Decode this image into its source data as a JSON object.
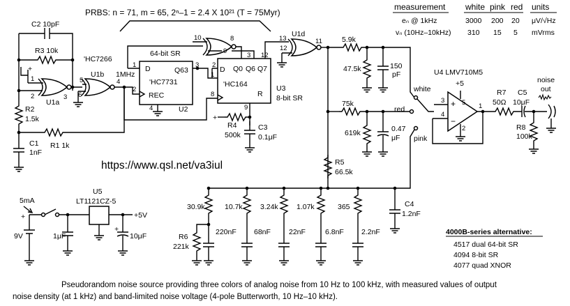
{
  "prbs_title": "PRBS: n = 71, m = 65, 2ⁿ–1 = 2.4 X 10²¹ (T = 75Myr)",
  "table": {
    "headers": [
      "measurement",
      "white",
      "pink",
      "red",
      "units"
    ],
    "rows": [
      [
        "eₙ @ 1kHz",
        "3000",
        "200",
        "20",
        "μV/√Hz"
      ],
      [
        "vₙ (10Hz–10kHz)",
        "310",
        "15",
        "5",
        "mVrms"
      ]
    ]
  },
  "chips": {
    "u1a": "U1a",
    "u1b": "U1b",
    "u1d": "U1d",
    "hc7266": "'HC7266",
    "freq": "1MHz",
    "sr64_title": "64-bit SR",
    "hc7731": "'HC7731",
    "u2": "U2",
    "hc164": "'HC164",
    "u3": "U3",
    "sr8": "8-bit SR",
    "u4": "U4  LMV710M5",
    "u5": "U5",
    "lt1121": "LT1121CZ-5",
    "pin_d": "D",
    "pin_q63": "Q63",
    "pin_rec": "REC",
    "pin_q0": "Q0",
    "pin_q6": "Q6",
    "pin_q7": "Q7",
    "pin_r": "R"
  },
  "components": {
    "c2": "C2  10pF",
    "r3": "R3  10k",
    "r2": "R2",
    "r2v": "1.5k",
    "c1": "C1",
    "c1v": "1nF",
    "r1": "R1  1k",
    "r4": "R4",
    "r4v": "500k",
    "c3": "C3",
    "c3v": "0.1μF",
    "r59k": "5.9k",
    "r475k": "47.5k",
    "c150": "150",
    "c150u": "pF",
    "r75k": "75k",
    "r619k": "619k",
    "c047": "0.47",
    "c047u": "μF",
    "r5": "R5",
    "r5v": "66.5k",
    "r7": "R7",
    "r7v": "50Ω",
    "c5": "C5",
    "c5v": "10μF",
    "r8": "R8",
    "r8v": "100k",
    "c4": "C4",
    "c4v": "1.2nF",
    "r6": "R6",
    "r6v": "221k",
    "ladder_r": [
      "30.9k",
      "10.7k",
      "3.24k",
      "1.07k",
      "365"
    ],
    "ladder_c": [
      "220nF",
      "68nF",
      "22nF",
      "6.8nF",
      "2.2nF"
    ],
    "cin": "1μF",
    "cout": "10μF",
    "current": "5mA",
    "vin": "9V",
    "vout": "+5V",
    "plus5": "+5"
  },
  "pins": {
    "u1a_1": "1",
    "u1a_2": "2",
    "u1a_3": "3",
    "u1b_5": "5",
    "u1b_6": "6",
    "u1b_4": "4",
    "u2_1": "1",
    "u2_2": "2",
    "u2_4": "4",
    "u2_3": "3",
    "u3_1": "1",
    "u3_2": "2",
    "u3_8": "8",
    "u3_9": "9",
    "u3_3": "3",
    "u3_12": "12",
    "xor_10": "10",
    "xor_9": "9",
    "xor_8": "8",
    "u1d_13": "13",
    "u1d_12": "12",
    "u1d_11": "11",
    "u4_3": "3",
    "u4_4": "4",
    "u4_5": "5",
    "u4_1": "1",
    "u4_2": "2",
    "plus": "+",
    "minus": "−"
  },
  "switch_labels": {
    "white": "white",
    "red": "red",
    "pink": "pink"
  },
  "noise_out": [
    "noise",
    "out"
  ],
  "url": "https://www.qsl.net/va3iul",
  "alternative": {
    "title": "4000B-series alternative:",
    "items": [
      "4517 dual 64-bit SR",
      "4094 8-bit SR",
      "4077 quad XNOR"
    ]
  },
  "caption": [
    "Pseudorandom noise source providing three colors of analog noise from 10 Hz to 100 kHz, with measured values of output",
    "noise density (at 1 kHz) and band-limited noise voltage (4-pole Butterworth, 10 Hz–10 kHz)."
  ]
}
